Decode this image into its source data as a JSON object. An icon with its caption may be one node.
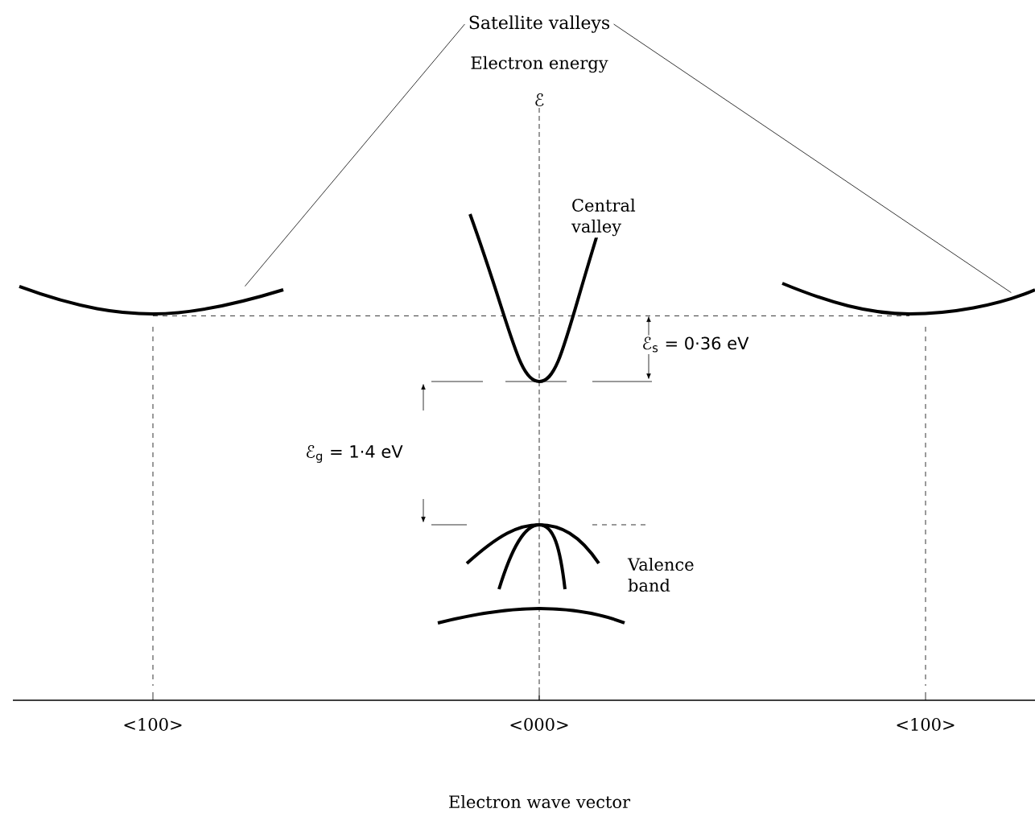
{
  "diagram": {
    "nodes": [
      {
        "text": [
          "Satellite valleys"
        ]
      },
      {
        "text": [],
        "shape": "curve"
      },
      {
        "text": [],
        "shape": "curve"
      }
    ],
    "edges": [
      {
        "from": 0,
        "to": 1,
        "arrow": "none"
      },
      {
        "from": 0,
        "to": 2,
        "arrow": "none"
      },
      {
        "from": 1,
        "to": 2,
        "arrow": "none",
        "style": "dashed"
      }
    ],
    "labels": [
      "Electron energy",
      "ℰ",
      "Central valley",
      "ℰ$_{s}$ = 0·36 eV",
      "ℰ$_{g}$ = 1·4 eV",
      "Valence band",
      "<100>",
      "<000>",
      "<100>",
      "Electron wave vector"
    ]
  }
}
